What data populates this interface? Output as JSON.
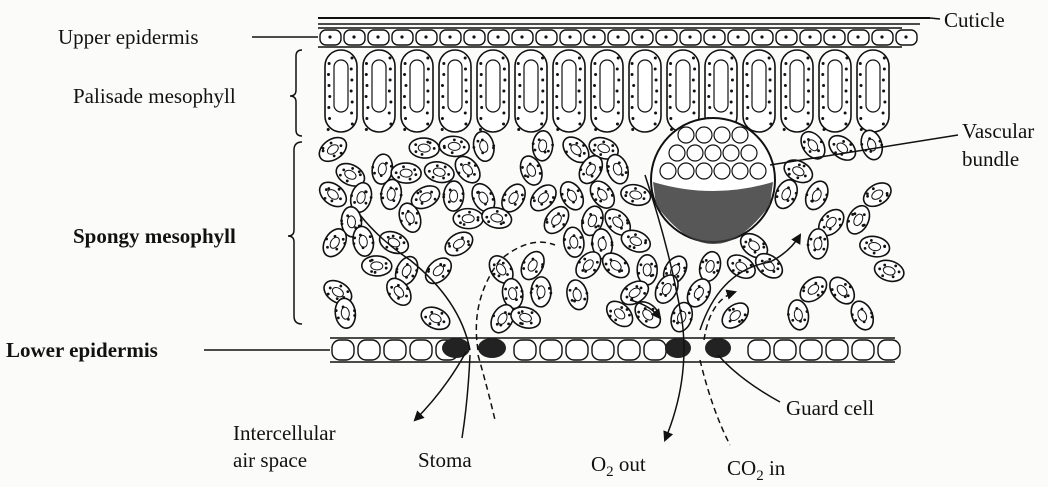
{
  "labels": {
    "upper_epidermis": "Upper epidermis",
    "palisade_mesophyll": "Palisade mesophyll",
    "spongy_mesophyll": "Spongy mesophyll",
    "lower_epidermis": "Lower epidermis",
    "cuticle": "Cuticle",
    "vascular": "Vascular",
    "bundle": "bundle",
    "guard_cell": "Guard cell",
    "intercellular": "Intercellular",
    "air_space": "air space",
    "stoma": "Stoma",
    "o2_main": "O",
    "o2_sub": "2",
    "o2_rest": " out",
    "co2_main": "CO",
    "co2_sub": "2",
    "co2_rest": " in"
  },
  "colors": {
    "ink": "#111111",
    "paper": "#fbfbf9"
  }
}
